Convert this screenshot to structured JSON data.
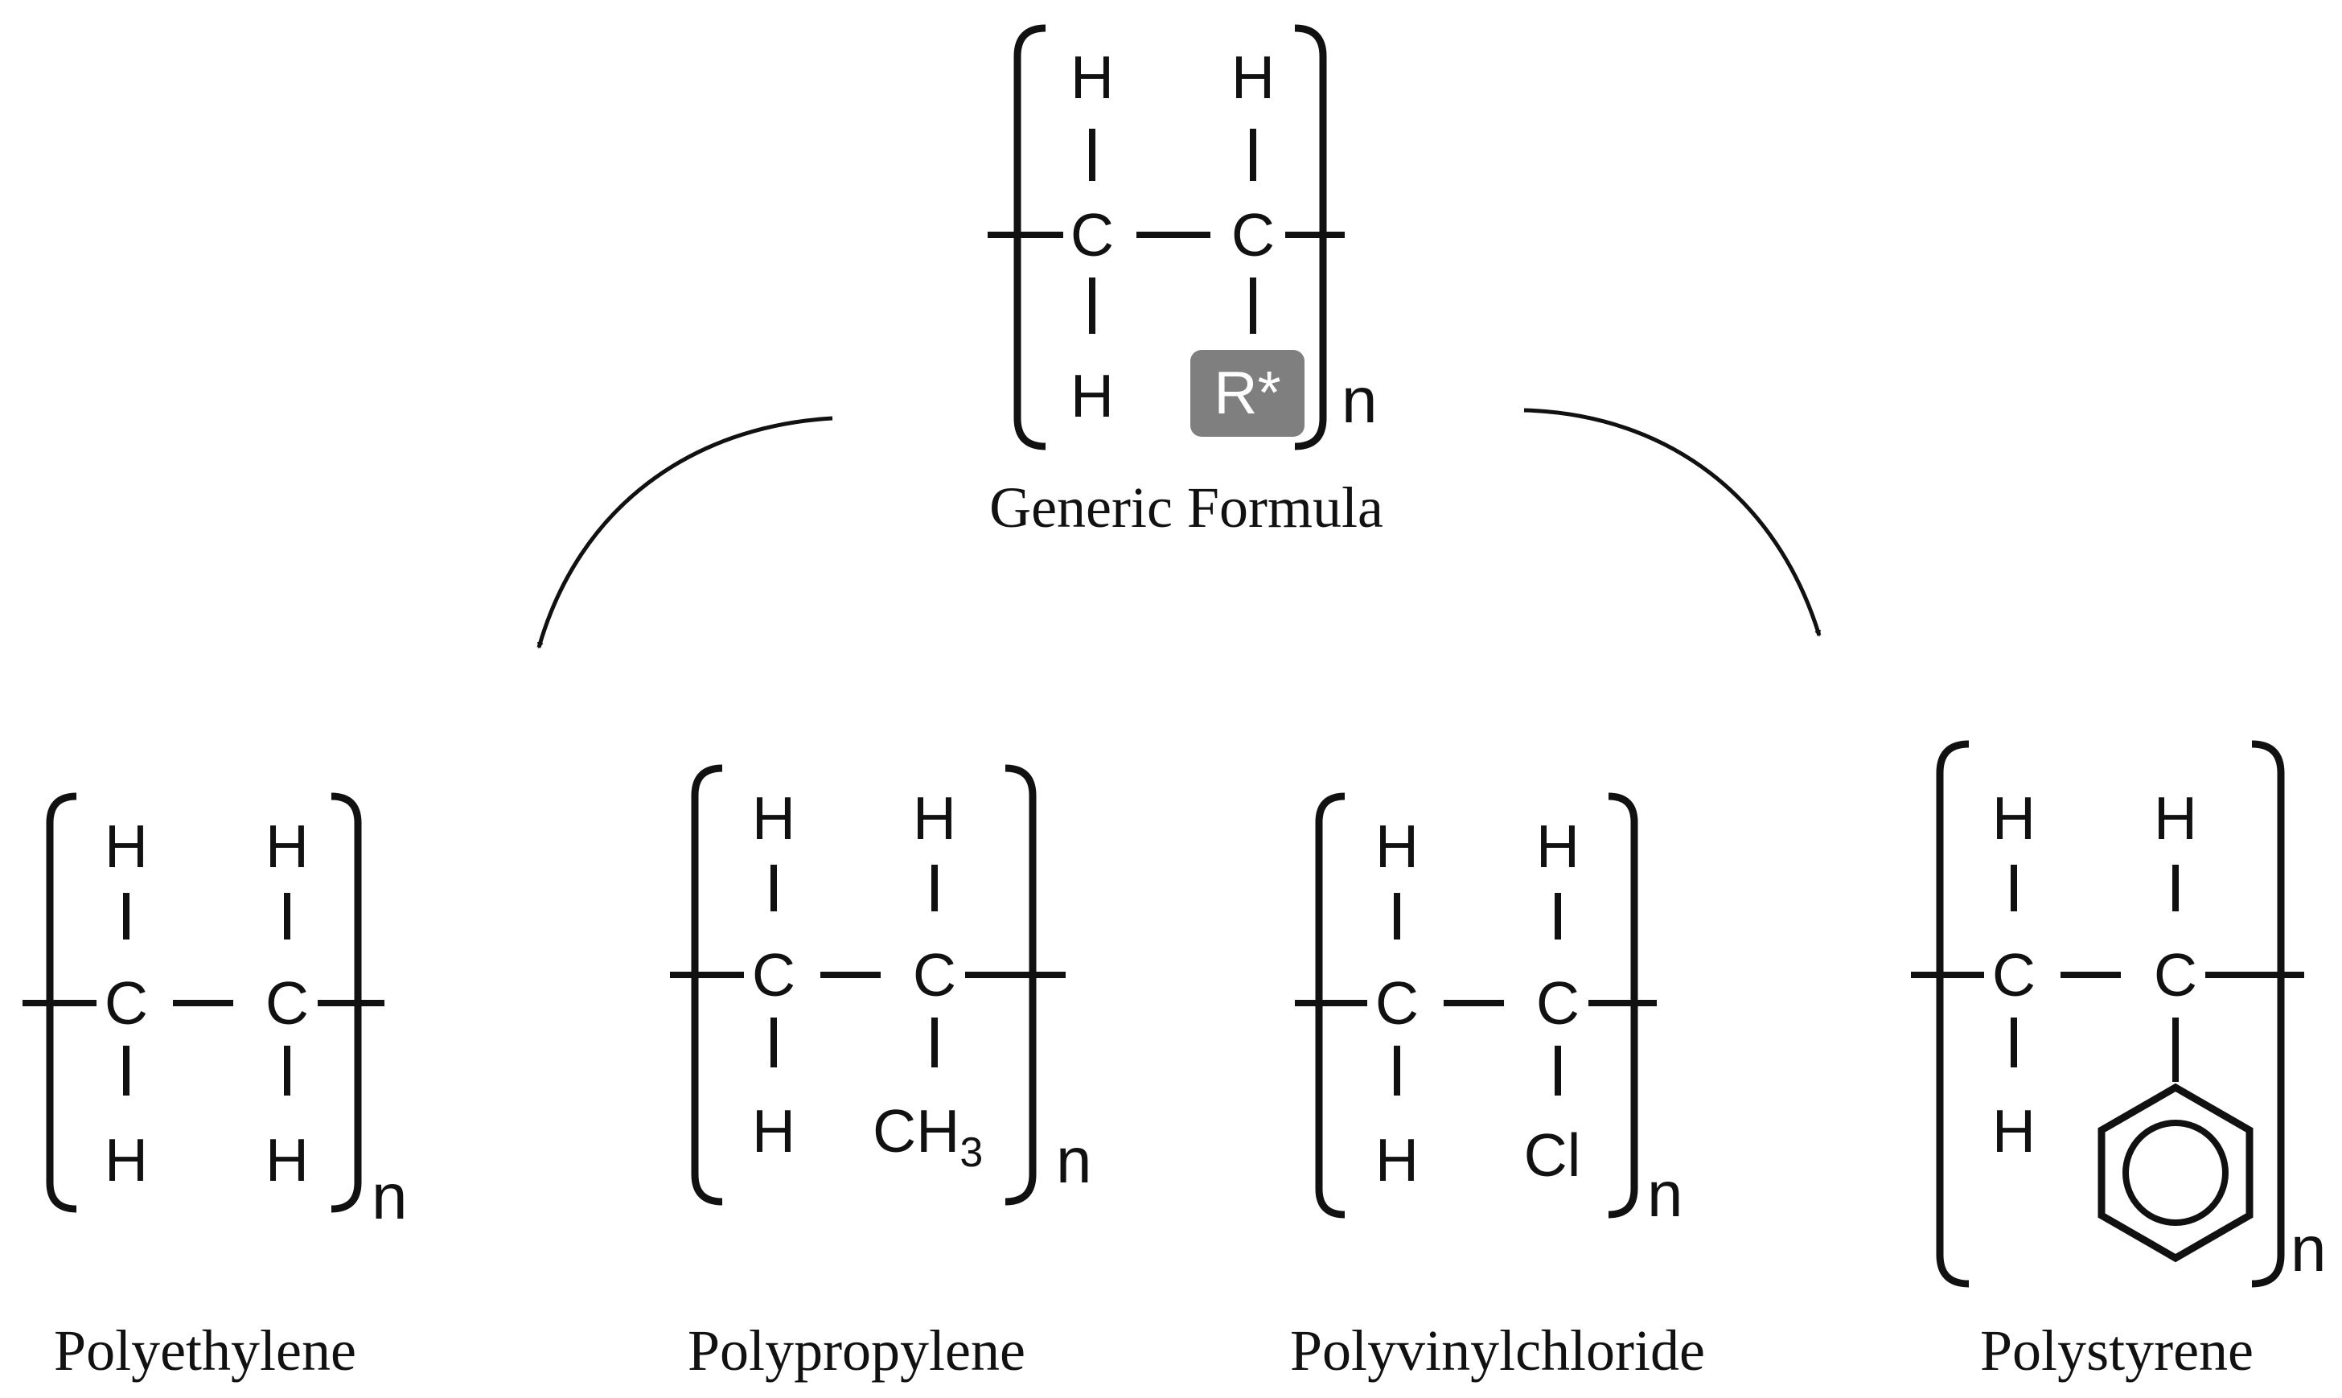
{
  "generic": {
    "atoms": {
      "h1": "H",
      "h2": "H",
      "c1": "C",
      "c2": "C",
      "h3": "H",
      "r": "R*"
    },
    "repeat": "n",
    "caption": "Generic Formula",
    "r_badge_color": "#7f7f7f"
  },
  "polymers": [
    {
      "name": "Polyethylene",
      "atoms": {
        "h1": "H",
        "h2": "H",
        "c1": "C",
        "c2": "C",
        "h3": "H",
        "h4": "H"
      },
      "repeat": "n"
    },
    {
      "name": "Polypropylene",
      "atoms": {
        "h1": "H",
        "h2": "H",
        "c1": "C",
        "c2": "C",
        "h3": "H",
        "ch": "CH",
        "sub": "3"
      },
      "repeat": "n"
    },
    {
      "name": "Polyvinylchloride",
      "atoms": {
        "h1": "H",
        "h2": "H",
        "c1": "C",
        "c2": "C",
        "h3": "H",
        "cl": "Cl"
      },
      "repeat": "n"
    },
    {
      "name": "Polystyrene",
      "atoms": {
        "h1": "H",
        "h2": "H",
        "c1": "C",
        "c2": "C",
        "h3": "H"
      },
      "substituent_icon": "benzene-ring-icon",
      "repeat": "n"
    }
  ],
  "arrows": [
    "arrow-to-polyethylene",
    "arrow-to-polystyrene"
  ]
}
